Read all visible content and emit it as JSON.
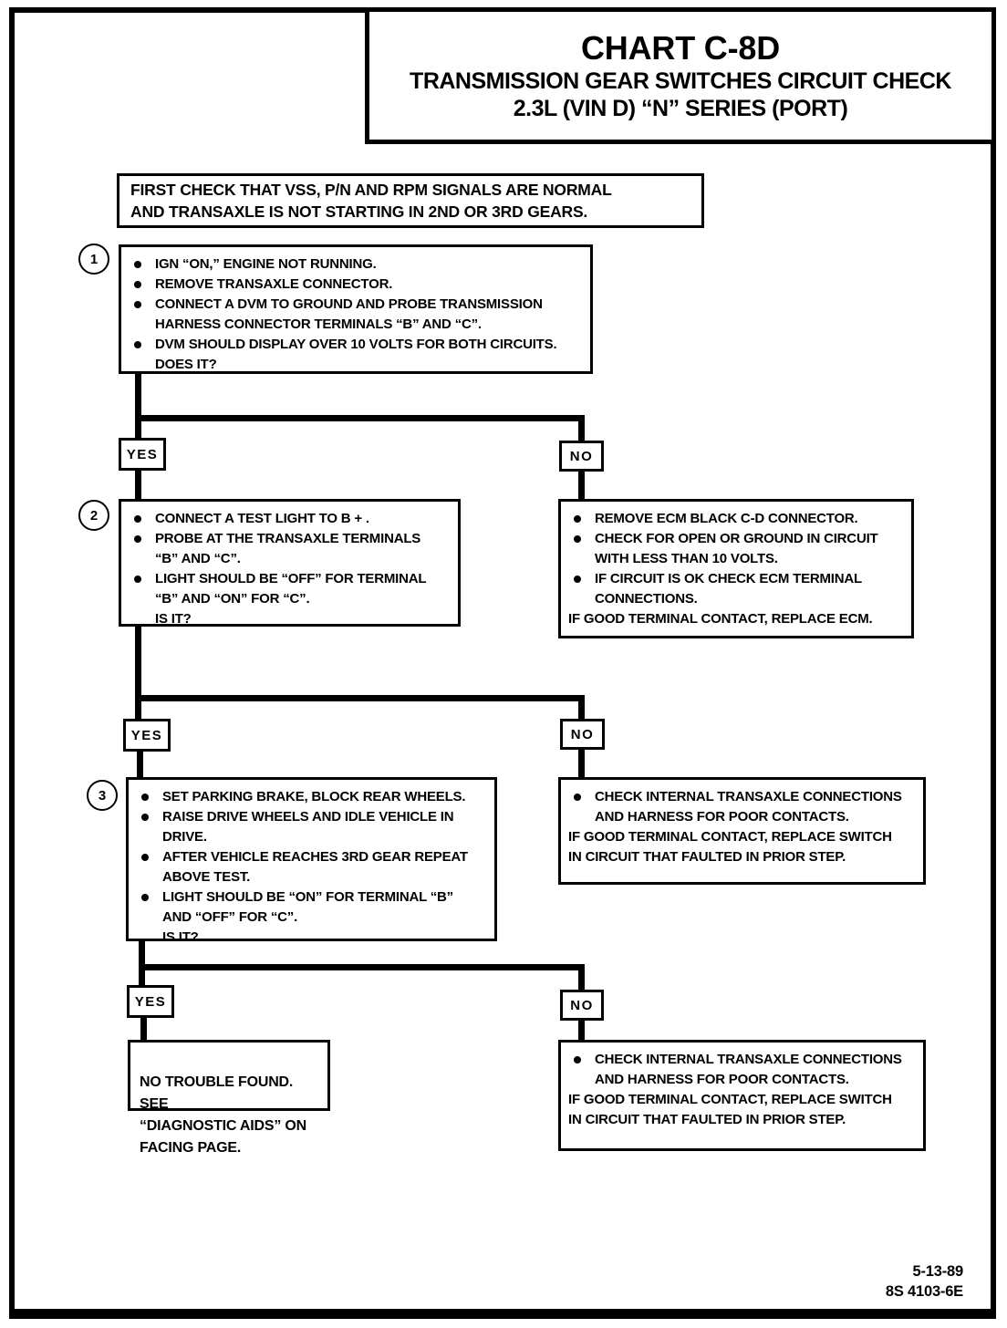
{
  "title": {
    "line1": "CHART C-8D",
    "line2": "TRANSMISSION GEAR SWITCHES CIRCUIT CHECK",
    "line3": "2.3L (VIN D) “N” SERIES (PORT)"
  },
  "intro": "FIRST CHECK THAT VSS, P/N AND RPM SIGNALS ARE NORMAL\nAND TRANSAXLE IS NOT STARTING IN 2ND OR 3RD GEARS.",
  "labels": {
    "yes": "YES",
    "no": "NO"
  },
  "steps": [
    {
      "number": "1",
      "bullets": [
        "IGN “ON,” ENGINE NOT RUNNING.",
        "REMOVE TRANSAXLE CONNECTOR.",
        "CONNECT A DVM TO GROUND AND PROBE TRANSMISSION\nHARNESS CONNECTOR TERMINALS “B” AND “C”.",
        "DVM SHOULD DISPLAY OVER 10 VOLTS FOR BOTH CIRCUITS.\nDOES IT?"
      ]
    },
    {
      "number": "2",
      "bullets": [
        "CONNECT A TEST LIGHT TO B + .",
        "PROBE AT THE TRANSAXLE TERMINALS\n“B” AND “C”.",
        "LIGHT SHOULD BE “OFF” FOR TERMINAL\n“B” AND “ON” FOR “C”.\nIS IT?"
      ]
    },
    {
      "number": "3",
      "bullets": [
        "SET PARKING BRAKE, BLOCK REAR WHEELS.",
        "RAISE DRIVE WHEELS AND IDLE VEHICLE IN\nDRIVE.",
        "AFTER VEHICLE REACHES 3RD GEAR REPEAT\nABOVE TEST.",
        "LIGHT SHOULD BE “ON” FOR TERMINAL “B”\nAND “OFF” FOR “C”.\nIS IT?"
      ]
    }
  ],
  "no_actions": [
    {
      "bullets": [
        "REMOVE ECM BLACK C-D CONNECTOR.",
        "CHECK FOR OPEN OR GROUND IN CIRCUIT\nWITH LESS THAN 10 VOLTS.",
        "IF CIRCUIT IS OK CHECK ECM TERMINAL\nCONNECTIONS."
      ],
      "footer": "IF GOOD TERMINAL CONTACT, REPLACE ECM."
    },
    {
      "bullets": [
        "CHECK INTERNAL TRANSAXLE CONNECTIONS\nAND HARNESS FOR POOR CONTACTS."
      ],
      "footer": "IF GOOD TERMINAL CONTACT, REPLACE SWITCH\nIN CIRCUIT THAT FAULTED IN PRIOR STEP."
    },
    {
      "bullets": [
        "CHECK INTERNAL TRANSAXLE CONNECTIONS\nAND HARNESS FOR POOR CONTACTS."
      ],
      "footer": "IF GOOD TERMINAL CONTACT, REPLACE SWITCH\nIN CIRCUIT THAT FAULTED IN PRIOR STEP."
    }
  ],
  "yes_result": "NO TROUBLE FOUND.  SEE\n“DIAGNOSTIC AIDS” ON\nFACING PAGE.",
  "footer": {
    "date": "5-13-89",
    "code": "8S 4103-6E"
  }
}
